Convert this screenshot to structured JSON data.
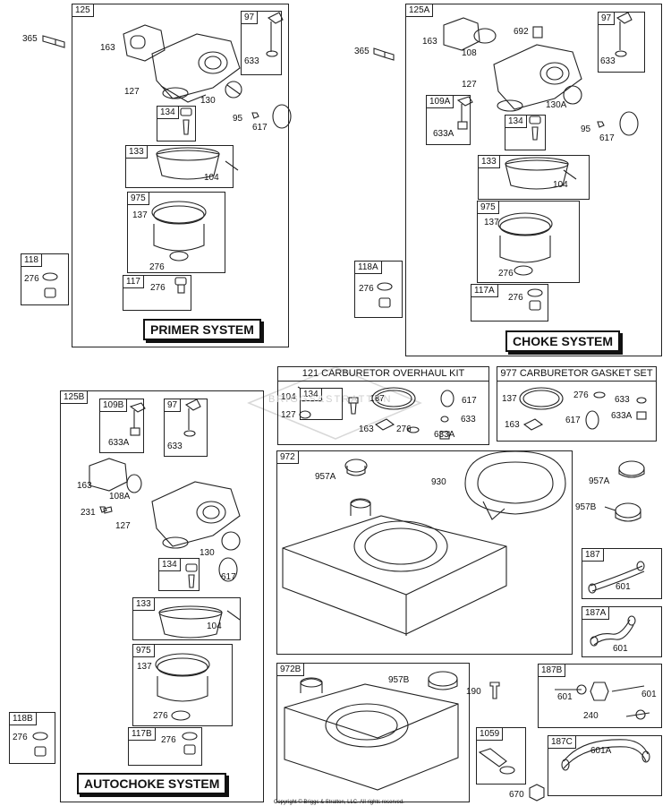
{
  "primer": {
    "frame": "125",
    "system": "PRIMER SYSTEM",
    "labels": {
      "p163": "163",
      "p127": "127",
      "p130": "130",
      "p95": "95",
      "p617": "617",
      "p104": "104",
      "p137": "137",
      "p276": "276"
    },
    "k97": {
      "tag": "97",
      "p633": "633"
    },
    "k134": {
      "tag": "134"
    },
    "k133": {
      "tag": "133"
    },
    "k975": {
      "tag": "975"
    },
    "k117": {
      "tag": "117",
      "p276": "276"
    }
  },
  "outer": {
    "p365a": "365",
    "p365b": "365",
    "p231": "231"
  },
  "k118": {
    "tag": "118",
    "p276": "276"
  },
  "k118a": {
    "tag": "118A",
    "p276": "276"
  },
  "k118b": {
    "tag": "118B",
    "p276": "276"
  },
  "choke": {
    "frame": "125A",
    "system": "CHOKE SYSTEM",
    "labels": {
      "p163": "163",
      "p108": "108",
      "p692": "692",
      "p127": "127",
      "p130a": "130A",
      "p95": "95",
      "p617": "617",
      "p104": "104",
      "p137": "137",
      "p276": "276"
    },
    "k97": {
      "tag": "97",
      "p633": "633"
    },
    "k109a": {
      "tag": "109A",
      "p633a": "633A"
    },
    "k134": {
      "tag": "134"
    },
    "k133": {
      "tag": "133"
    },
    "k975": {
      "tag": "975"
    },
    "k117a": {
      "tag": "117A",
      "p276": "276"
    }
  },
  "auto": {
    "frame": "125B",
    "system": "AUTOCHOKE SYSTEM",
    "labels": {
      "p163": "163",
      "p108a": "108A",
      "p127": "127",
      "p130": "130",
      "p617": "617",
      "p104": "104",
      "p137": "137",
      "p276": "276"
    },
    "k109b": {
      "tag": "109B",
      "p633a": "633A"
    },
    "k97": {
      "tag": "97",
      "p633": "633"
    },
    "k134": {
      "tag": "134"
    },
    "k133": {
      "tag": "133"
    },
    "k975": {
      "tag": "975"
    },
    "k117b": {
      "tag": "117B",
      "p276": "276"
    }
  },
  "overhaul": {
    "title": "121 CARBURETOR OVERHAUL KIT",
    "labels": {
      "p104": "104",
      "p127": "127",
      "p137": "137",
      "p617": "617",
      "p633": "633",
      "p163": "163",
      "p276": "276",
      "p633a": "633A"
    },
    "k134": {
      "tag": "134"
    }
  },
  "gasket": {
    "title": "977 CARBURETOR GASKET SET",
    "labels": {
      "p137": "137",
      "p276": "276",
      "p633": "633",
      "p163": "163",
      "p617": "617",
      "p633a": "633A"
    }
  },
  "tank972": {
    "tag": "972",
    "p957a": "957A",
    "p930": "930"
  },
  "right": {
    "p957a": "957A",
    "p957b": "957B",
    "p190": "190"
  },
  "k187": {
    "tag": "187",
    "p601": "601"
  },
  "k187a": {
    "tag": "187A",
    "p601": "601"
  },
  "tank972b": {
    "tag": "972B",
    "p957b": "957B"
  },
  "k1059": {
    "tag": "1059",
    "p670": "670"
  },
  "k187b": {
    "tag": "187B",
    "p601a": "601",
    "p601b": "601",
    "p240": "240"
  },
  "k187c": {
    "tag": "187C",
    "p601a": "601A"
  },
  "watermark": "BRIGGS&STRATTON",
  "copyright": "Copyright © Briggs & Stratton, LLC. All rights reserved."
}
